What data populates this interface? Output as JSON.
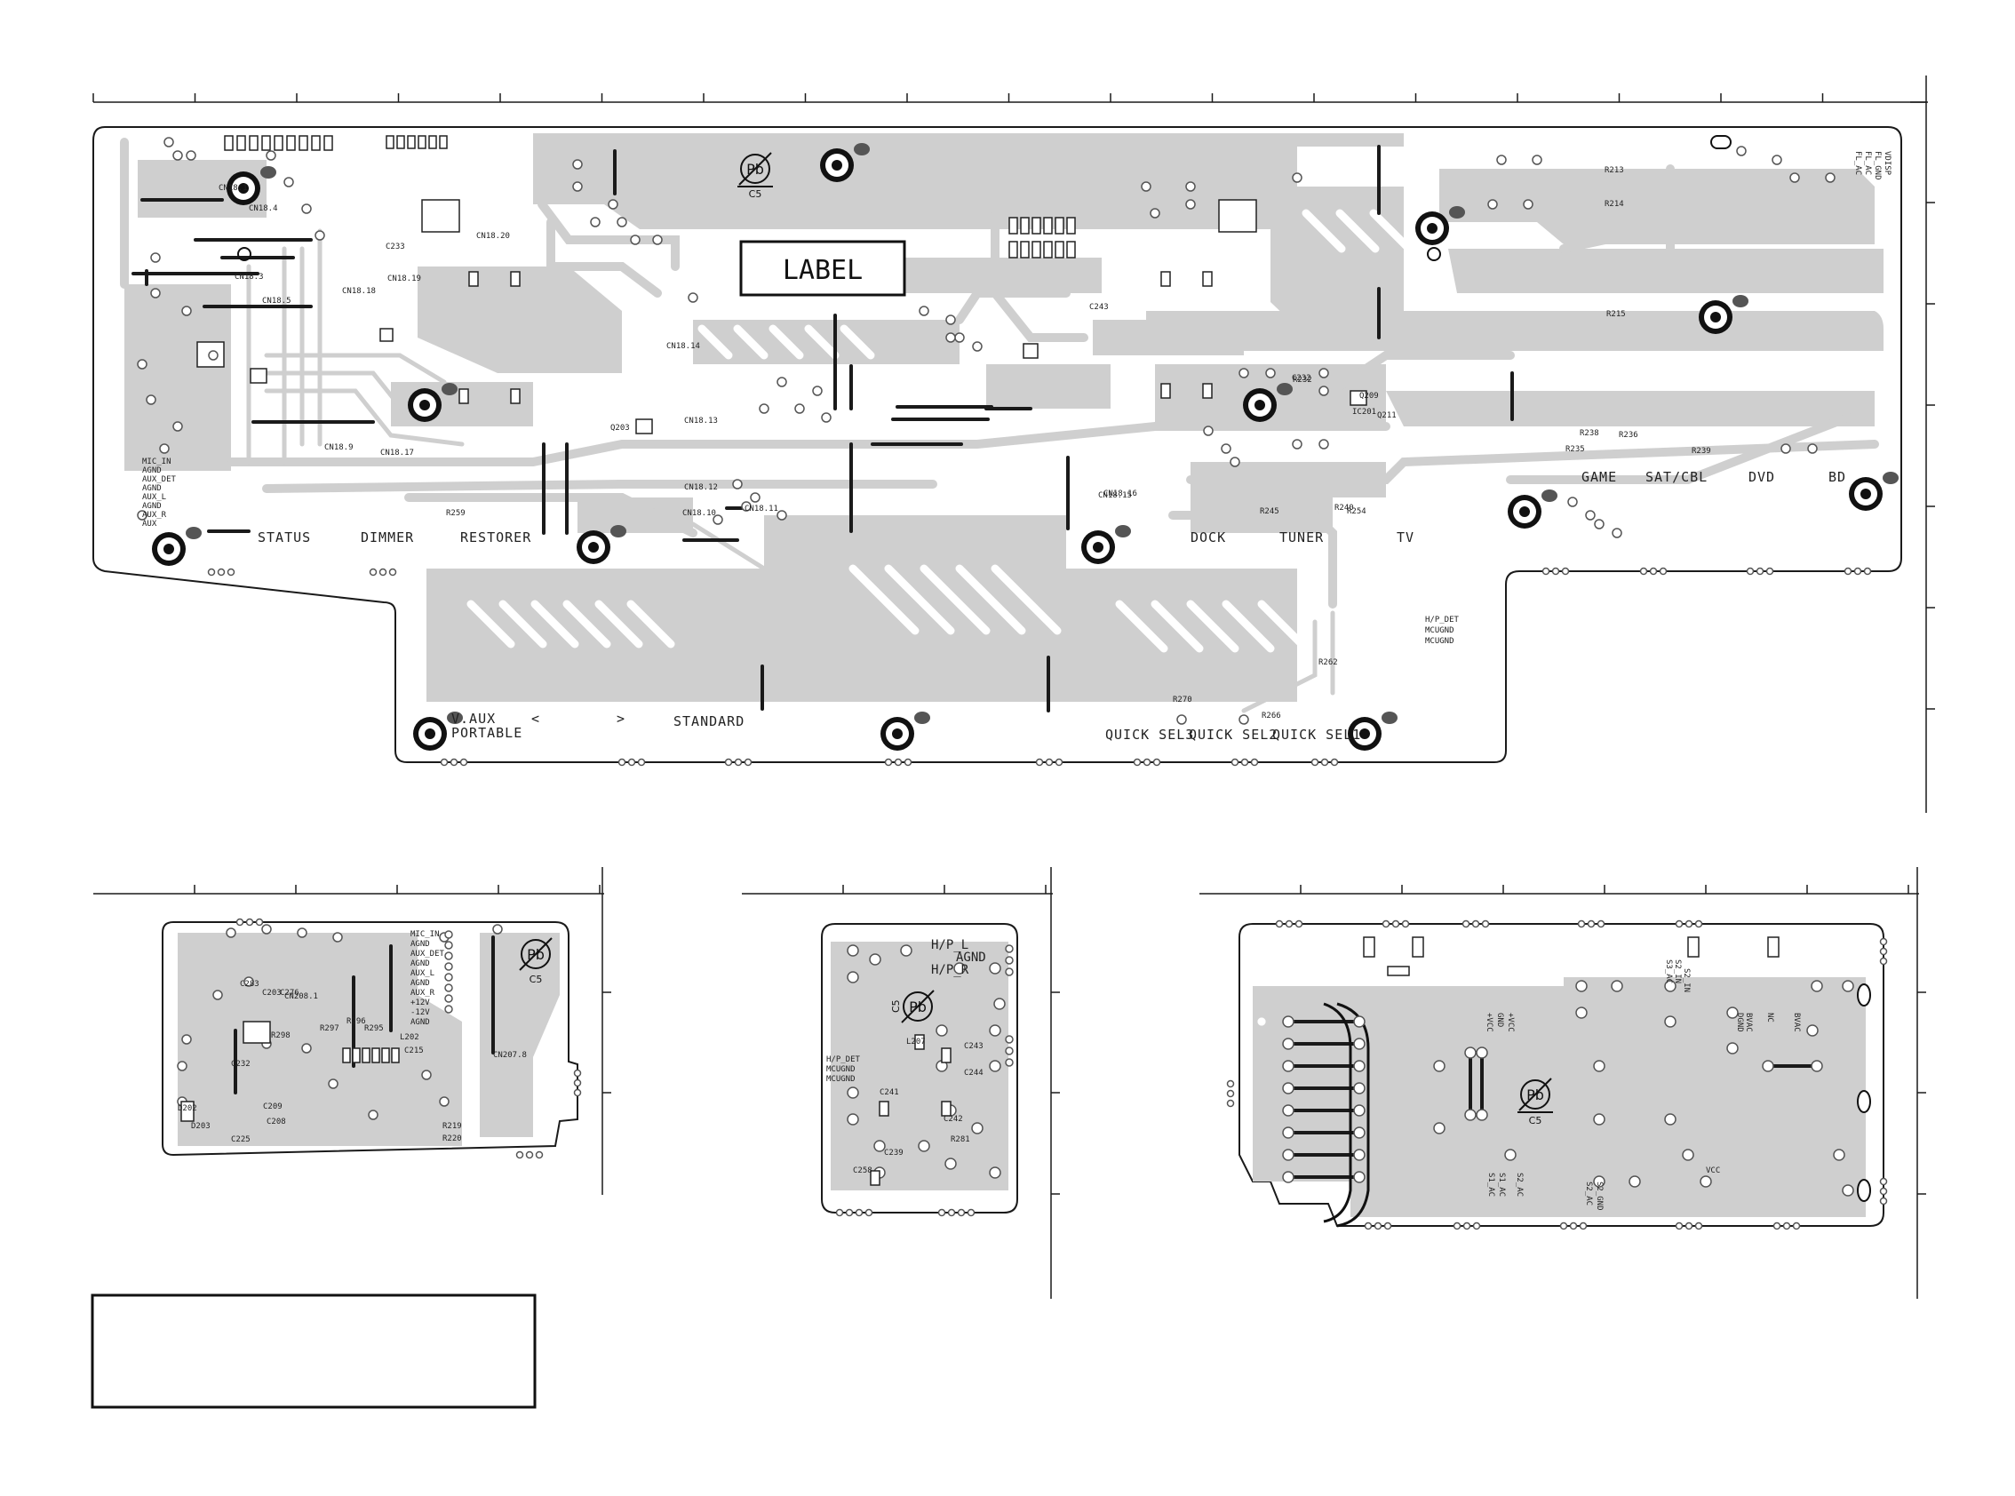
{
  "label_box": {
    "text": "LABEL"
  },
  "pb_mark": {
    "symbol": "Pb",
    "code": "C5"
  },
  "buttons_main": {
    "status": "STATUS",
    "dimmer": "DIMMER",
    "restorer": "RESTORER",
    "dock": "DOCK",
    "tuner": "TUNER",
    "tv": "TV",
    "game": "GAME",
    "sat_cbl": "SAT/CBL",
    "dvd": "DVD",
    "bd": "BD",
    "v_aux": "V.AUX",
    "portable": "PORTABLE",
    "left_arrow": "<",
    "right_arrow": ">",
    "standard": "STANDARD",
    "quick_sel3": "QUICK SEL3",
    "quick_sel2": "QUICK SEL2",
    "quick_sel1": "QUICK SEL1"
  },
  "connector_labels_right": [
    "VDISP",
    "FL_GND",
    "FL_AC",
    "FL_AC"
  ],
  "headphone_labels_main": [
    "H/P_DET",
    "MCUGND",
    "MCUGND"
  ],
  "aux_labels": [
    "MIC_IN",
    "AGND",
    "AUX_DET",
    "AGND",
    "AUX_L",
    "AGND",
    "AUX_R",
    "AUX"
  ],
  "hp_board": {
    "labels": [
      "H/P_L",
      "AGND",
      "H/P_R",
      "H/P_DET",
      "MCUGND",
      "MCUGND"
    ],
    "parts": [
      "C241",
      "C242",
      "C243",
      "C244",
      "C239",
      "C258",
      "R281",
      "L207"
    ]
  },
  "power_board": {
    "labels": [
      "+VCC",
      "GND",
      "+VCC",
      "S1_AC",
      "S1_AC",
      "S2_AC",
      "S2_GND",
      "S2_AC",
      "S2_IN",
      "S3_AC",
      "BVAC",
      "DGND",
      "BVAC",
      "NC",
      "S2_IN",
      "VCC"
    ]
  },
  "mic_board": {
    "labels": [
      "MIC_IN",
      "AGND",
      "AUX_DET",
      "AGND",
      "AUX_L",
      "AGND",
      "AUX_R",
      "+12V",
      "-12V",
      "AGND"
    ],
    "parts": [
      "C283",
      "C203",
      "C276",
      "CN208.1",
      "R298",
      "R297",
      "R296",
      "R295",
      "L202",
      "C215",
      "C232",
      "C209",
      "C208",
      "C225",
      "R219",
      "R220",
      "D202",
      "D203",
      "CN207.8"
    ]
  },
  "main_parts": [
    "CN18.20",
    "CN18.19",
    "CN18.18",
    "CN18.17",
    "CN18.16",
    "CN18.15",
    "CN18.14",
    "CN18.13",
    "CN18.12",
    "CN18.11",
    "CN18.10",
    "CN18.9",
    "CN18.5",
    "CN18.3",
    "CN18.1",
    "CN18.4",
    "C233",
    "C243",
    "C232",
    "IC201",
    "Q203",
    "Q209",
    "Q211",
    "R213",
    "R214",
    "R215",
    "R232",
    "R235",
    "R236",
    "R238",
    "R239",
    "R240",
    "R245",
    "R254",
    "R259",
    "R262",
    "R266",
    "R270"
  ]
}
